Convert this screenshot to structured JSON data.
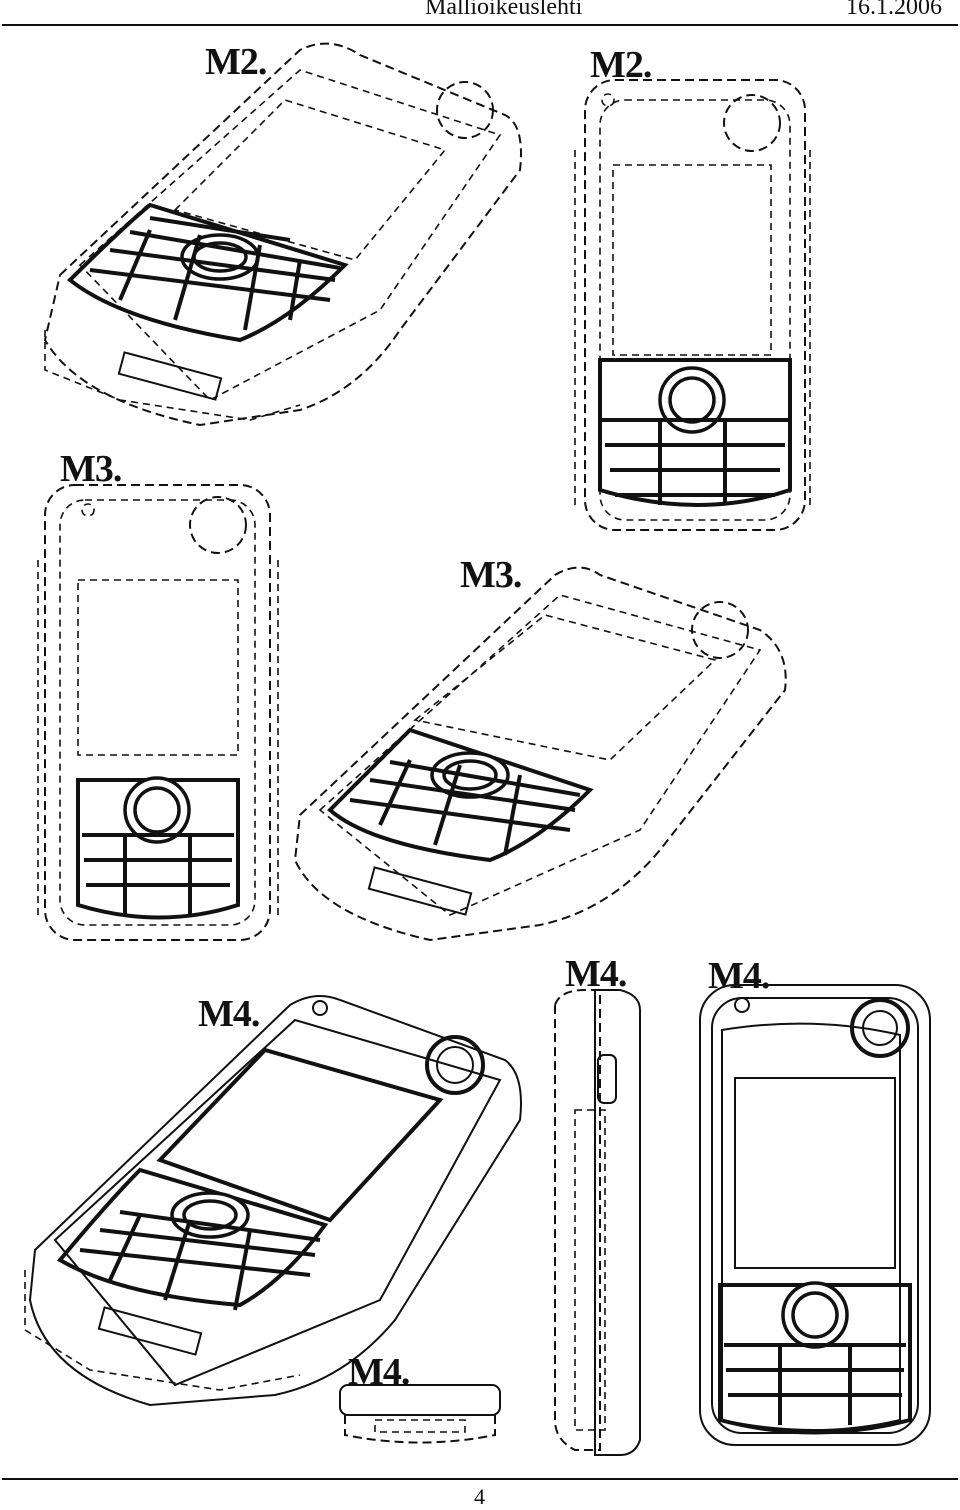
{
  "header": {
    "publication": "Mallioikeuslehti",
    "date": "16.1.2006"
  },
  "figures": {
    "m2_perspective": "M2.",
    "m2_front": "M2.",
    "m3_front": "M3.",
    "m3_perspective": "M3.",
    "m4_perspective": "M4.",
    "m4_side": "M4.",
    "m4_front": "M4.",
    "m4_bottom": "M4."
  },
  "footer": {
    "page_number": "4"
  }
}
